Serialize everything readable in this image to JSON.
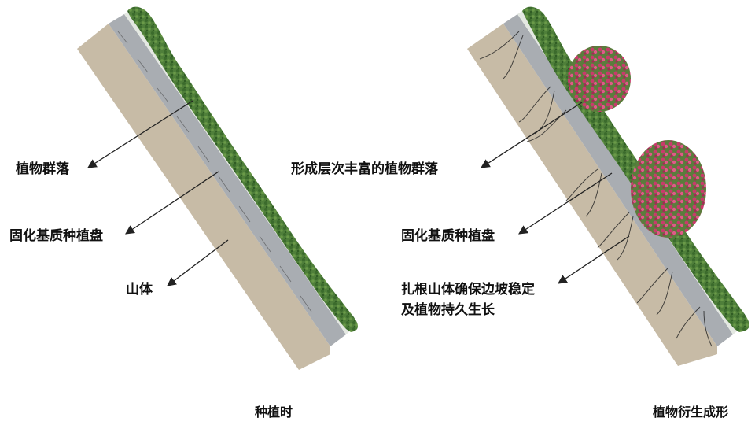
{
  "colors": {
    "mountain": "#c7bba6",
    "substrate": "#a9adb2",
    "plate_edge": "#e4e8e2",
    "vegetation": "#4f7f3a",
    "vegetation_dark": "#3b6b2c",
    "roots": "#2a2a2a",
    "flowers": "#c93a6c",
    "arrow": "#222222"
  },
  "left_panel": {
    "caption": "种植时",
    "labels": {
      "plant_community": "植物群落",
      "planting_tray": "固化基质种植盘",
      "mountain": "山体"
    }
  },
  "right_panel": {
    "caption": "植物衍生成形",
    "labels": {
      "layered_community": "形成层次丰富的植物群落",
      "planting_tray": "固化基质种植盘",
      "roots_line1": "扎根山体确保边坡稳定",
      "roots_line2": "及植物持久生长"
    }
  }
}
